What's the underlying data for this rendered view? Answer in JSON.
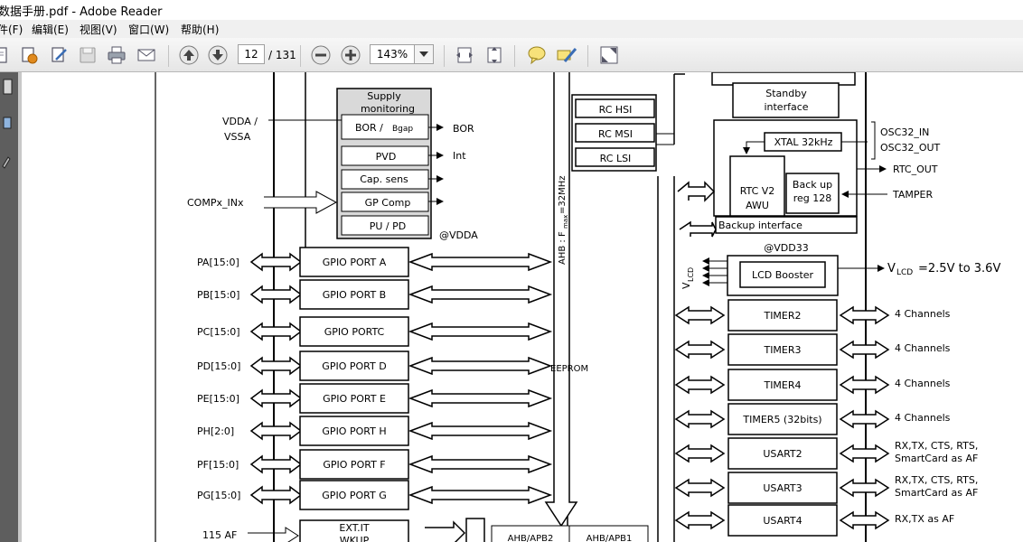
{
  "window": {
    "title": "数据手册.pdf - Adobe Reader"
  },
  "menu": {
    "items": [
      "件(F)",
      "编辑(E)",
      "视图(V)",
      "窗口(W)",
      "帮助(H)"
    ]
  },
  "toolbar": {
    "page_current": "12",
    "page_total": "/ 131",
    "zoom": "143%"
  },
  "diagram": {
    "supply": {
      "title1": "Supply",
      "title2": "monitoring",
      "bor_box": "BOR /",
      "bor_sub": "Bgap",
      "pvd": "PVD",
      "cap": "Cap. sens",
      "gp": "GP Comp",
      "pupd": "PU / PD",
      "vdda_label": "@VDDA",
      "bor_out": "BOR",
      "int_out": "Int"
    },
    "left_labels": {
      "vdda": "VDDA /",
      "vssa": "VSSA",
      "comp": "COMPx_INx"
    },
    "gpio": [
      {
        "pin": "PA[15:0]",
        "port": "GPIO PORT A"
      },
      {
        "pin": "PB[15:0]",
        "port": "GPIO PORT B"
      },
      {
        "pin": "PC[15:0]",
        "port": "GPIO PORTC"
      },
      {
        "pin": "PD[15:0]",
        "port": "GPIO PORT D"
      },
      {
        "pin": "PE[15:0]",
        "port": "GPIO PORT E"
      },
      {
        "pin": "PH[2:0]",
        "port": "GPIO PORT H"
      },
      {
        "pin": "PF[15:0]",
        "port": "GPIO PORT F"
      },
      {
        "pin": "PG[15:0]",
        "port": "GPIO PORT G"
      }
    ],
    "bottom": {
      "af": "115 AF",
      "exti1": "EXT.IT",
      "exti2": "WKUP",
      "bridge1": "AHB/APB2",
      "bridge2": "AHB/APB1"
    },
    "ahb_label": "AHB : F",
    "ahb_sub": "max",
    "ahb_rest": "=32MHz",
    "eeprom": "EEPROM",
    "rc": [
      "RC HSI",
      "RC MSI",
      "RC LSI"
    ],
    "standby1": "Standby",
    "standby2": "interface",
    "osc_in": "OSC32_IN",
    "osc_out": "OSC32_OUT",
    "xtal": "XTAL 32kHz",
    "rtc1": "RTC V2",
    "rtc2": "AWU",
    "backup_reg1": "Back up",
    "backup_reg2": "reg 128",
    "rtc_out": "RTC_OUT",
    "tamper": "TAMPER",
    "backup_if": "Backup interface",
    "vdd33": "@VDD33",
    "vlcd": "V",
    "vlcd_sub": "LCD",
    "lcd_booster": "LCD Booster",
    "vlcd_range_v": "V",
    "vlcd_range_sub": "LCD",
    "vlcd_range": "=2.5V to 3.6V",
    "right_blocks": [
      {
        "name": "TIMER2",
        "desc1": "4 Channels",
        "desc2": ""
      },
      {
        "name": "TIMER3",
        "desc1": "4 Channels",
        "desc2": ""
      },
      {
        "name": "TIMER4",
        "desc1": "4 Channels",
        "desc2": ""
      },
      {
        "name": "TIMER5 (32bits)",
        "desc1": "4 Channels",
        "desc2": ""
      },
      {
        "name": "USART2",
        "desc1": "RX,TX, CTS, RTS,",
        "desc2": "SmartCard as AF"
      },
      {
        "name": "USART3",
        "desc1": "RX,TX, CTS, RTS,",
        "desc2": "SmartCard as AF"
      },
      {
        "name": "USART4",
        "desc1": "RX,TX as AF",
        "desc2": ""
      }
    ]
  },
  "colors": {
    "sidebar": "#5e5e5e",
    "toolbar": "#ececec",
    "supply_box": "#d9d9d9"
  }
}
